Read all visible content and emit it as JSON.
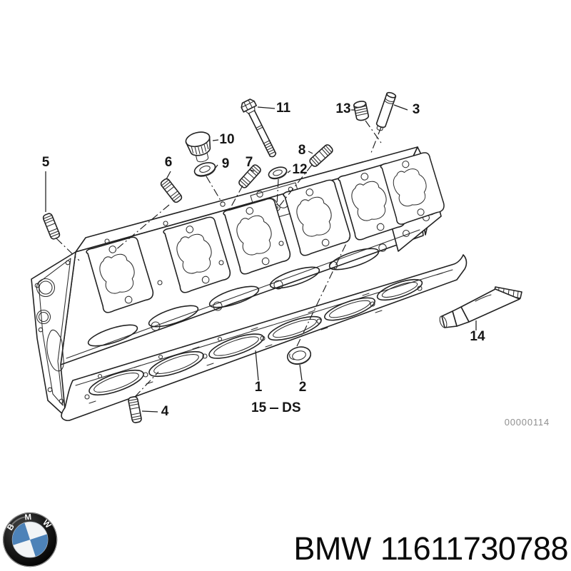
{
  "diagram": {
    "callouts": [
      "5",
      "6",
      "10",
      "9",
      "7",
      "11",
      "12",
      "8",
      "13",
      "3",
      "1",
      "2",
      "4",
      "14"
    ],
    "seal_set": {
      "number": "15",
      "code": "DS"
    },
    "watermark": "00000114"
  },
  "footer": {
    "brand": "BMW",
    "part_number": "11611730788",
    "logo_letters": [
      "B",
      "M",
      "W"
    ]
  },
  "colors": {
    "line": "#222222",
    "logo_blue": "#4d82b8",
    "logo_ring": "#141414",
    "watermark_gray": "#8f8f8f",
    "background": "#ffffff"
  }
}
